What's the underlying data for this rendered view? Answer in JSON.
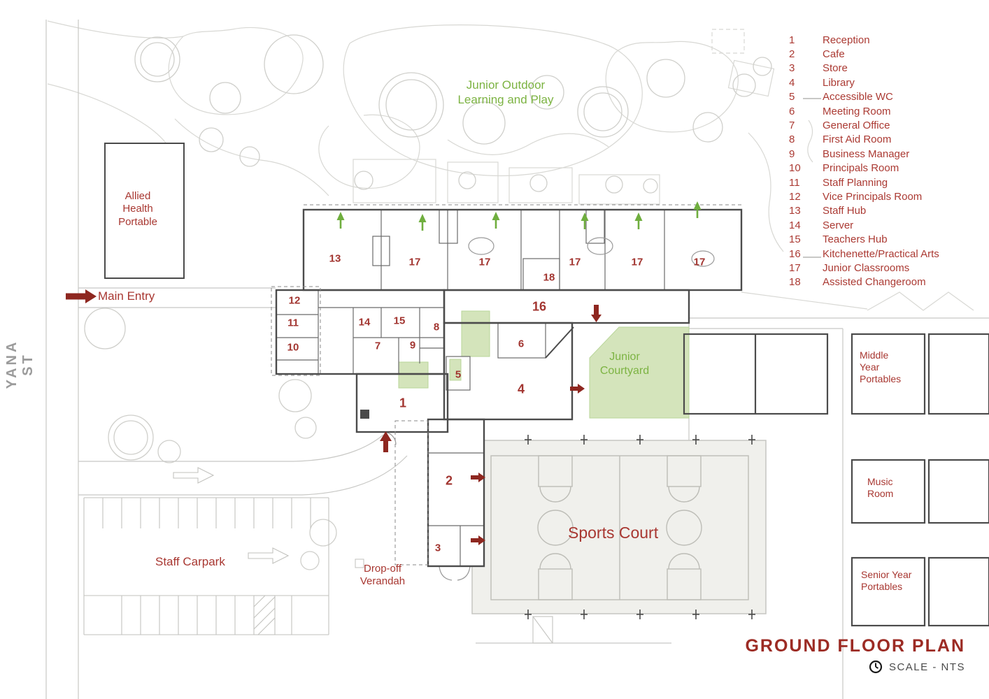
{
  "title_block": {
    "title": "GROUND FLOOR PLAN",
    "scale": "SCALE - NTS"
  },
  "street_label": "YANA ST",
  "legend": {
    "items": [
      {
        "num": "1",
        "label": "Reception"
      },
      {
        "num": "2",
        "label": "Cafe"
      },
      {
        "num": "3",
        "label": "Store"
      },
      {
        "num": "4",
        "label": "Library"
      },
      {
        "num": "5",
        "label": "Accessible WC"
      },
      {
        "num": "6",
        "label": "Meeting Room"
      },
      {
        "num": "7",
        "label": "General Office"
      },
      {
        "num": "8",
        "label": "First Aid Room"
      },
      {
        "num": "9",
        "label": "Business Manager"
      },
      {
        "num": "10",
        "label": "Principals Room"
      },
      {
        "num": "11",
        "label": "Staff Planning"
      },
      {
        "num": "12",
        "label": "Vice Principals Room"
      },
      {
        "num": "13",
        "label": "Staff Hub"
      },
      {
        "num": "14",
        "label": "Server"
      },
      {
        "num": "15",
        "label": "Teachers Hub"
      },
      {
        "num": "16",
        "label": "Kitchenette/Practical Arts"
      },
      {
        "num": "17",
        "label": "Junior Classrooms"
      },
      {
        "num": "18",
        "label": "Assisted Changeroom"
      }
    ]
  },
  "area_labels": {
    "junior_outdoor": "Junior Outdoor Learning and Play",
    "allied_health": "Allied Health Portable",
    "main_entry": "Main Entry",
    "junior_courtyard": "Junior Courtyard",
    "middle_portables": "Middle Year Portables",
    "music_room": "Music Room",
    "senior_portables": "Senior Year Portables",
    "sports_court": "Sports Court",
    "staff_carpark": "Staff Carpark",
    "dropoff_verandah": "Drop-off Verandah"
  },
  "room_numbers": [
    "13",
    "17",
    "17",
    "17",
    "17",
    "17",
    "18",
    "16",
    "12",
    "11",
    "10",
    "14",
    "15",
    "8",
    "7",
    "9",
    "6",
    "5",
    "4",
    "1",
    "2",
    "3"
  ],
  "colors": {
    "text_red": "#a83731",
    "arrow_red": "#8e2720",
    "text_green": "#7cb342",
    "courtyard_green": "#d4e4bb",
    "wall_gray": "#4b4b4b"
  }
}
